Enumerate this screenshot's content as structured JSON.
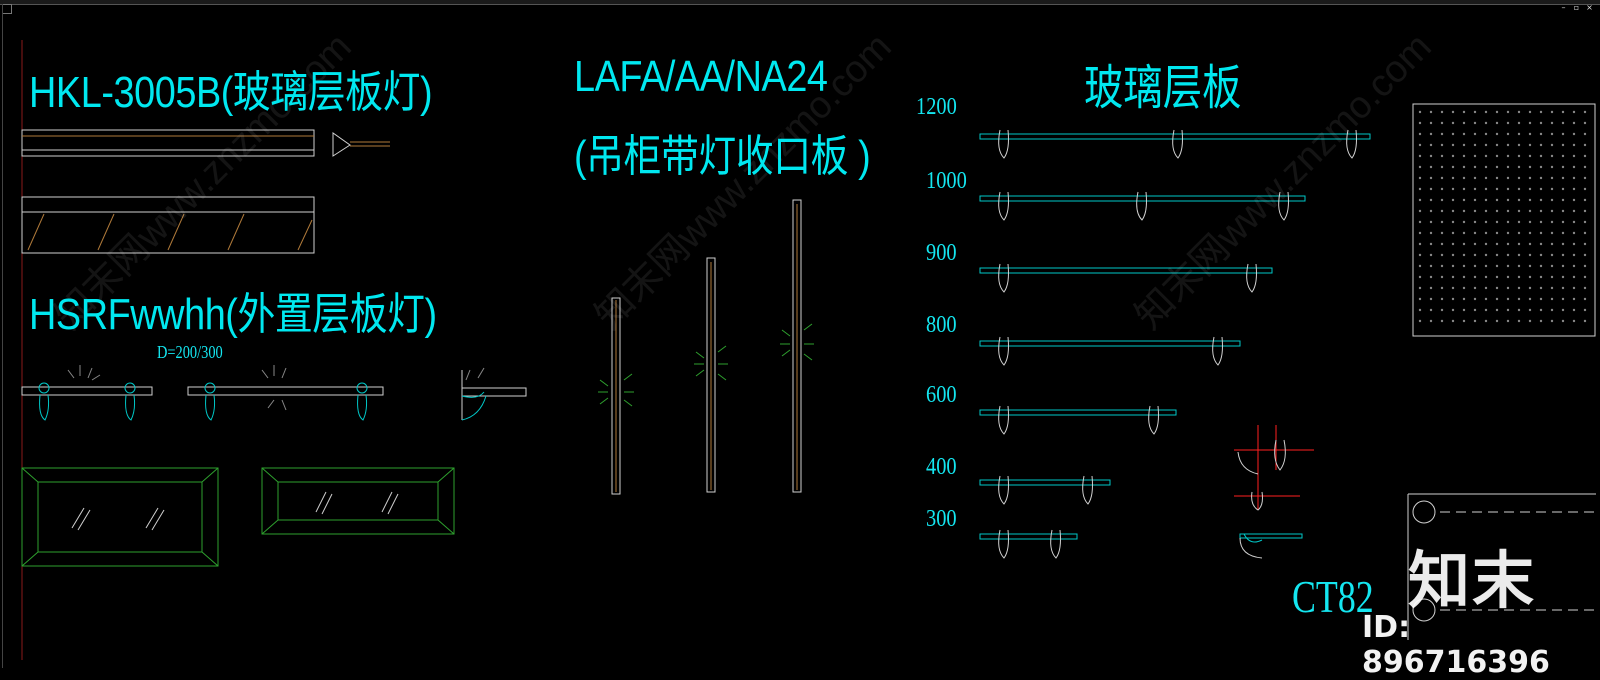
{
  "window": {
    "controls": [
      "–",
      "▫",
      "×"
    ]
  },
  "titles": {
    "hkl": "HKL-3005B(玻璃层板灯)",
    "hsrf": "HSRFwwhh(外置层板灯)",
    "lafa_line1": "LAFA/AA/NA24",
    "lafa_line2": "(吊柜带灯收口板 )",
    "glass_shelf": "玻璃层板"
  },
  "notes": {
    "depth": "D=200/300",
    "code": "CT82"
  },
  "shelf_dims": [
    "1200",
    "1000",
    "900",
    "800",
    "600",
    "400",
    "300"
  ],
  "watermark": {
    "text": "知末网www.znzmo.com",
    "brand": "知末",
    "id": "ID: 896716396"
  },
  "colors": {
    "background": "#000000",
    "text_cyan": "#00e8f0",
    "line_cyan": "#00c8c8",
    "line_white": "#d0d0d0",
    "line_green": "#2ea02e",
    "line_brown": "#b07a3a",
    "line_red": "#ff2020"
  }
}
